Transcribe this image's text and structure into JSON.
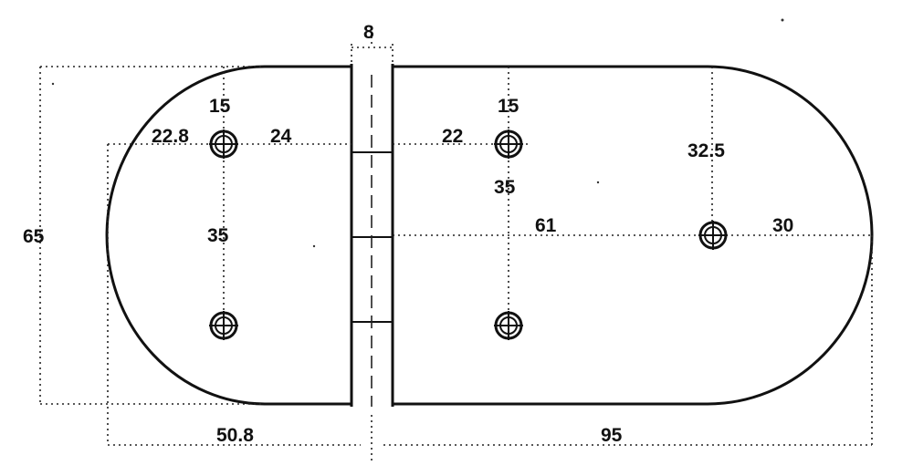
{
  "dimensions": {
    "knuckle_width": "8",
    "left_top_offset": "15",
    "left_edge_offset": "22.8",
    "left_hinge_offset": "24",
    "overall_height": "65",
    "left_hole_spacing": "35",
    "left_span": "50.8",
    "right_top_offset": "15",
    "right_hinge_offset": "22",
    "right_hole_spacing": "35",
    "right_center_height": "32.5",
    "right_center_distance": "61",
    "right_end_radius": "30",
    "right_span": "95"
  }
}
